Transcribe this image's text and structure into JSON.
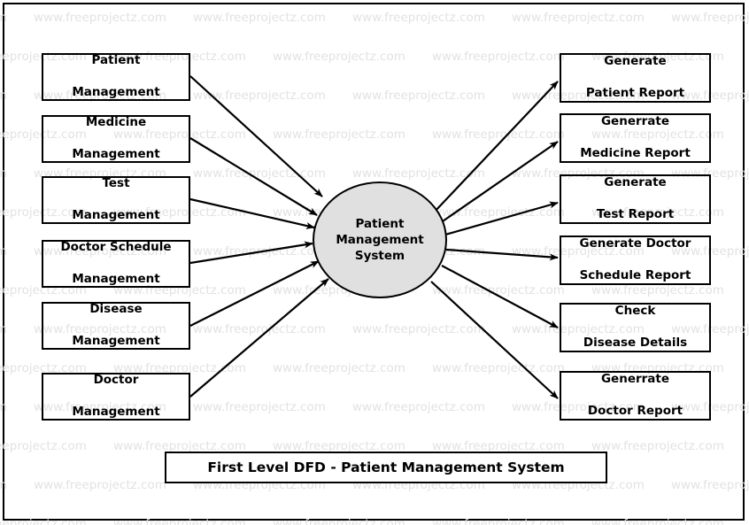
{
  "diagram": {
    "title": "First Level DFD - Patient Management System",
    "type": "data-flow-diagram",
    "process": {
      "label": "Patient\nManagement\nSystem",
      "line1": "Patient",
      "line2": "Management",
      "line3": "System",
      "fill": "#e0e0e0",
      "stroke": "#000000"
    },
    "inputs": [
      {
        "line1": "Patient",
        "line2": "Management"
      },
      {
        "line1": "Medicine",
        "line2": "Management"
      },
      {
        "line1": "Test",
        "line2": "Management"
      },
      {
        "line1": "Doctor Schedule",
        "line2": "Management"
      },
      {
        "line1": "Disease",
        "line2": "Management"
      },
      {
        "line1": "Doctor",
        "line2": "Management"
      }
    ],
    "outputs": [
      {
        "line1": "Generate",
        "line2": "Patient Report"
      },
      {
        "line1": "Generrate",
        "line2": "Medicine Report"
      },
      {
        "line1": "Generate",
        "line2": "Test Report"
      },
      {
        "line1": "Generate Doctor",
        "line2": "Schedule Report"
      },
      {
        "line1": "Check",
        "line2": "Disease Details"
      },
      {
        "line1": "Generrate",
        "line2": "Doctor Report"
      }
    ]
  },
  "watermark": {
    "text": "www.freeprojectz.com",
    "color": "#e2e2e2"
  }
}
